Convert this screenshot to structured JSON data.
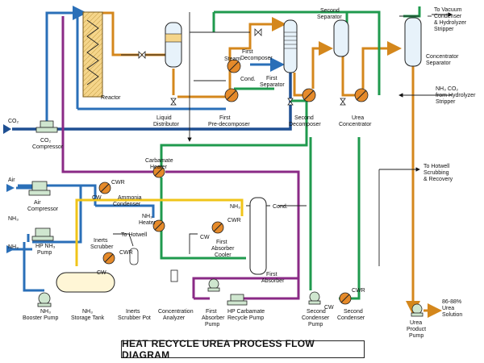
{
  "title": "HEAT RECYCLE UREA PROCESS FLOW DIAGRAM",
  "colors": {
    "orange": "#d4871c",
    "blue": "#2a6fb8",
    "green": "#1f9a4e",
    "purple": "#8a2a86",
    "yellow": "#f0c419",
    "darkblue": "#1e4f92",
    "equipment_fill": "#cfe6cf",
    "exchanger_fill": "#e58a2a",
    "reactor_fill": "#f5d58a"
  },
  "labels": {
    "reactor": "Reactor",
    "liquid_distributor_1": "Liquid",
    "liquid_distributor_2": "Distributor",
    "first_predecomposer_1": "First",
    "first_predecomposer_2": "Pre-decomposer",
    "first_decomposer_1": "First",
    "first_decomposer_2": "Decomposer",
    "steam": "Steam",
    "cond": "Cond.",
    "first_separator_1": "First",
    "first_separator_2": "Separator",
    "second_separator_1": "Second",
    "second_separator_2": "Separator",
    "second_decomposer_1": "Second",
    "second_decomposer_2": "Decomposer",
    "urea_concentrator_1": "Urea",
    "urea_concentrator_2": "Concentrator",
    "concentrator_separator_1": "Concentrator",
    "concentrator_separator_2": "Separator",
    "to_vacuum_1": "To Vacuum",
    "to_vacuum_2": "Condenser",
    "to_vacuum_3": "& Hydrolyzer",
    "to_vacuum_4": "Stripper",
    "nh3co2_1": "NH₃ CO₂",
    "nh3co2_2": "from Hydrolyzer",
    "nh3co2_3": "Stripper",
    "co2": "CO₂",
    "co2_compressor_1": "CO₂",
    "co2_compressor_2": "Compressor",
    "air": "Air",
    "air_compressor_1": "Air",
    "air_compressor_2": "Compressor",
    "nh3_a": "NH₃",
    "nh3_b": "NH₃",
    "hp_nh3_pump_1": "HP NH₃",
    "hp_nh3_pump_2": "Pump",
    "carbamate_heater_1": "Carbamate",
    "carbamate_heater_2": "Heater",
    "cwr": "CWR",
    "cw": "CW",
    "ammonia_condenser_1": "Ammonia",
    "ammonia_condenser_2": "Condenser",
    "nh3_heater_1": "NH₃",
    "nh3_heater_2": "Heater",
    "inerts_scrubber_1": "Inerts",
    "inerts_scrubber_2": "Scrubber",
    "to_hotwell": "To Hotwell",
    "nh3_top": "NH₃",
    "cond_right": "Cond.",
    "first_absorber_cooler_1": "First",
    "first_absorber_cooler_2": "Absorber",
    "first_absorber_cooler_3": "Cooler",
    "first_absorber_1": "First",
    "first_absorber_2": "Absorber",
    "to_hotwell_scrub_1": "To Hotwell",
    "to_hotwell_scrub_2": "Scrubbing",
    "to_hotwell_scrub_3": "& Recovery",
    "nh3_booster_1": "NH₃",
    "nh3_booster_2": "Booster Pump",
    "nh3_storage_1": "NH₃",
    "nh3_storage_2": "Storage Tank",
    "inerts_pot_1": "Inerts",
    "inerts_pot_2": "Scrubber Pot",
    "conc_analyzer_1": "Concentration",
    "conc_analyzer_2": "Analyzer",
    "first_absorber_pump_1": "First",
    "first_absorber_pump_2": "Absorber",
    "first_absorber_pump_3": "Pump",
    "hp_carbamate_1": "HP Carbamate",
    "hp_carbamate_2": "Recycle Pump",
    "second_condenser_pump_1": "Second",
    "second_condenser_pump_2": "Condenser",
    "second_condenser_pump_3": "Pump",
    "second_condenser_1": "Second",
    "second_condenser_2": "Condenser",
    "urea_solution_1": "86-88%",
    "urea_solution_2": "Urea",
    "urea_solution_3": "Solution",
    "urea_product_1": "Urea",
    "urea_product_2": "Product",
    "urea_product_3": "Pump"
  }
}
